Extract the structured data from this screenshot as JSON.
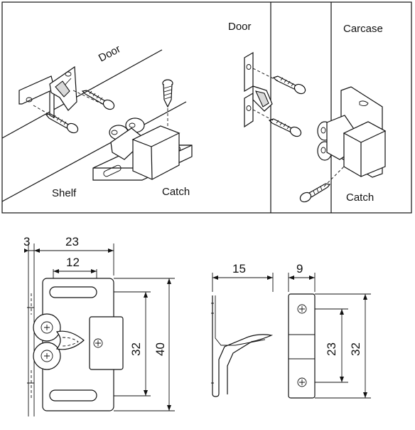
{
  "top_panel": {
    "left_view": {
      "door_label": "Door",
      "shelf_label": "Shelf",
      "catch_label": "Catch"
    },
    "middle_view": {
      "door_label": "Door"
    },
    "right_view": {
      "carcase_label": "Carcase",
      "catch_label": "Catch"
    }
  },
  "dimensions": {
    "front_view": {
      "offset": "3",
      "overall_width": "23",
      "slot_length": "12",
      "slot_spacing": "32",
      "overall_height": "40"
    },
    "side_view": {
      "depth": "15"
    },
    "strike_view": {
      "width": "9",
      "hole_spacing": "23",
      "overall_height": "32"
    }
  }
}
